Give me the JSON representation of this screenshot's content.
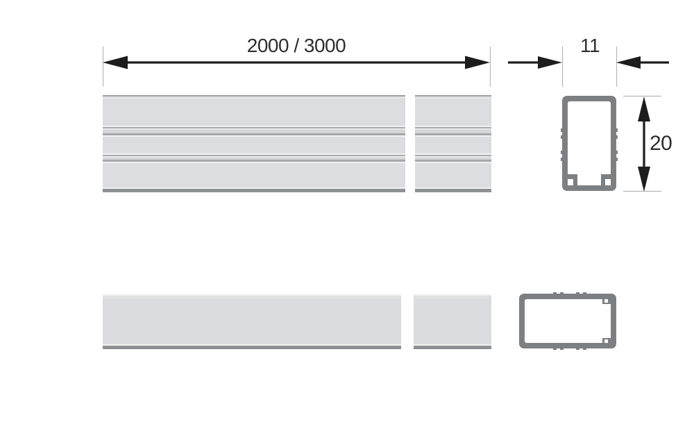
{
  "dimensions": {
    "length": {
      "label": "2000 / 3000"
    },
    "width": {
      "label": "11"
    },
    "height": {
      "label": "20"
    }
  },
  "colors": {
    "dimension_line": "#1d1d1d",
    "extension_line": "#b5b5b5",
    "profile_outline": "#7d8082",
    "profile_fill": "#dcdde0",
    "profile_edge_dark": "#8e9194",
    "label_text": "#2e2e2e",
    "background": "#ffffff"
  }
}
